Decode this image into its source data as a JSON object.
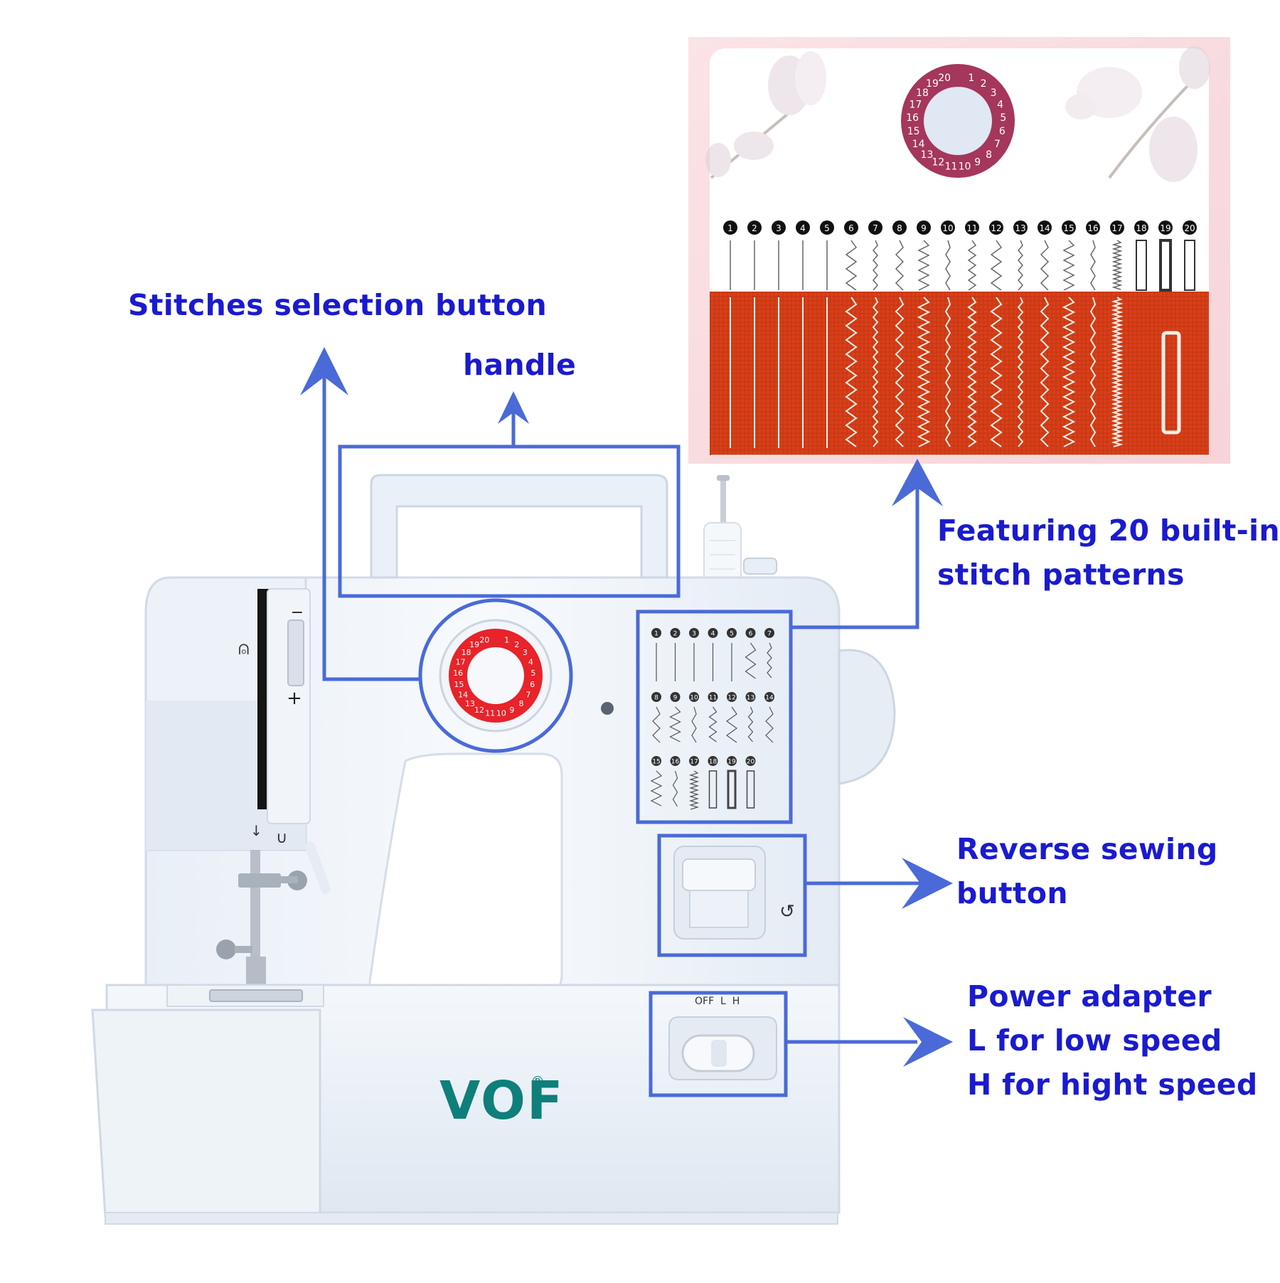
{
  "product": {
    "brand": "VOF",
    "registered_mark": "®",
    "switch_label": "OFF  L  H",
    "dial_numbers": [
      "1",
      "2",
      "3",
      "4",
      "5",
      "6",
      "7",
      "8",
      "9",
      "10",
      "11",
      "12",
      "13",
      "14",
      "15",
      "16",
      "17",
      "18",
      "19",
      "20"
    ],
    "stitch_numbers": [
      "1",
      "2",
      "3",
      "4",
      "5",
      "6",
      "7",
      "8",
      "9",
      "10",
      "11",
      "12",
      "13",
      "14",
      "15",
      "16",
      "17",
      "18",
      "19",
      "20"
    ],
    "stitch_length_plus": "+",
    "stitch_length_minus": "−"
  },
  "callouts": {
    "stitches_selection": "Stitches selection button",
    "handle": "handle",
    "built_in_patterns": [
      "Featuring 20 built-in",
      "stitch patterns"
    ],
    "reverse": [
      "Reverse sewing",
      "button"
    ],
    "power": [
      "Power adapter",
      "L for low speed",
      "H for hight speed"
    ]
  },
  "colors": {
    "callout_text": "#1a1ad0",
    "callout_line": "#4a6ad8",
    "dial_red": "#e8232a",
    "fabric_orange": "#d8401a",
    "brand_teal": "#0e7f7a",
    "inset_border": "#f2c8cc",
    "inset_dial": "#a5365c"
  }
}
